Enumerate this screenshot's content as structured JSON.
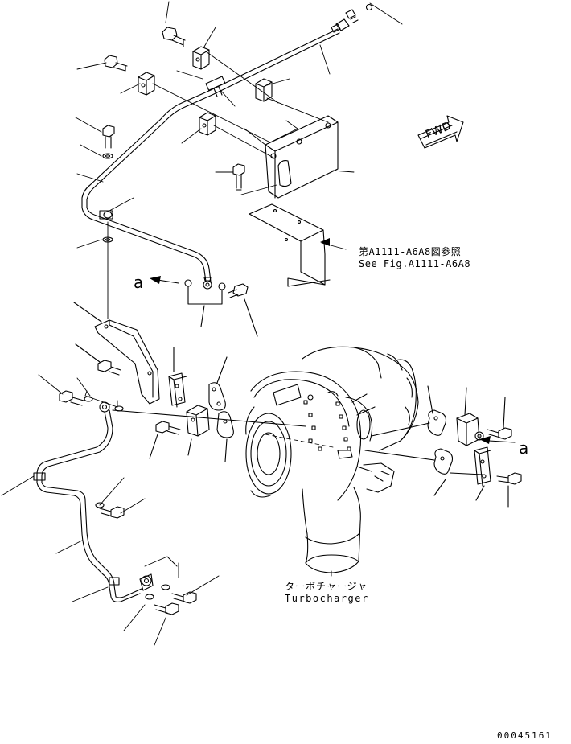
{
  "reference_note": {
    "line_jp": "第A1111-A6A8図参照",
    "line_en": "See Fig.A1111-A6A8"
  },
  "view_markers": [
    "a",
    "a"
  ],
  "direction_arrow": {
    "text": "FWD"
  },
  "main_part": {
    "name_jp": "ターボチャージャ",
    "name_en": "Turbocharger"
  },
  "drawing_number": "00045161",
  "stroke_color": "#000000",
  "background_color": "#ffffff"
}
